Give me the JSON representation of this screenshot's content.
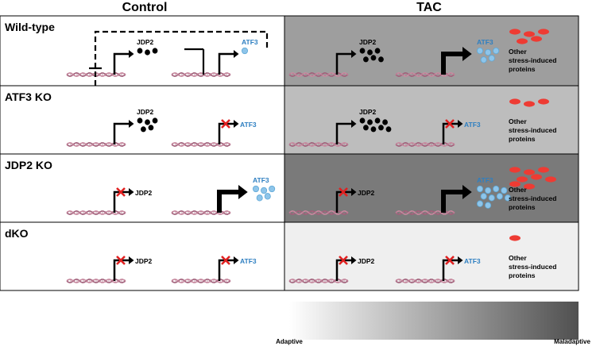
{
  "headers": {
    "control": "Control",
    "tac": "TAC"
  },
  "rows": [
    {
      "label": "Wild-type",
      "tac_fill": "#9e9e9e",
      "control": {
        "jdp2_on": true,
        "jdp2_dots": 3,
        "atf3_on": true,
        "atf3_dots": 1,
        "feedback": true,
        "atf3_thick": false
      },
      "tac": {
        "jdp2_on": true,
        "jdp2_dots": 6,
        "atf3_on": true,
        "atf3_dots": 5,
        "atf3_thick": true,
        "other_count": 5
      }
    },
    {
      "label": "ATF3 KO",
      "tac_fill": "#bdbdbd",
      "control": {
        "jdp2_on": true,
        "jdp2_dots": 5,
        "atf3_on": false,
        "atf3_dots": 0,
        "atf3_thick": false
      },
      "tac": {
        "jdp2_on": true,
        "jdp2_dots": 8,
        "atf3_on": false,
        "atf3_dots": 0,
        "atf3_thick": false,
        "other_count": 3
      }
    },
    {
      "label": "JDP2 KO",
      "tac_fill": "#7a7a7a",
      "control": {
        "jdp2_on": false,
        "jdp2_dots": 0,
        "atf3_on": true,
        "atf3_dots": 5,
        "atf3_thick": true
      },
      "tac": {
        "jdp2_on": false,
        "jdp2_dots": 0,
        "atf3_on": true,
        "atf3_dots": 10,
        "atf3_thick": true,
        "other_count": 8
      }
    },
    {
      "label": "dKO",
      "tac_fill": "#efefef",
      "control": {
        "jdp2_on": false,
        "jdp2_dots": 0,
        "atf3_on": false,
        "atf3_dots": 0,
        "atf3_thick": false
      },
      "tac": {
        "jdp2_on": false,
        "jdp2_dots": 0,
        "atf3_on": false,
        "atf3_dots": 0,
        "atf3_thick": false,
        "other_count": 1
      }
    }
  ],
  "labels": {
    "jdp2": "JDP2",
    "atf3": "ATF3",
    "other": [
      "Other",
      "stress-induced",
      "proteins"
    ]
  },
  "gradient": {
    "left": "Adaptive",
    "right": "Maladaptive"
  },
  "colors": {
    "atf3_text": "#2e7fc1",
    "atf3_dot": "#8ec5ea",
    "other_dot": "#ee3b33",
    "dna": "#a0607a",
    "cross": "#e02020"
  }
}
